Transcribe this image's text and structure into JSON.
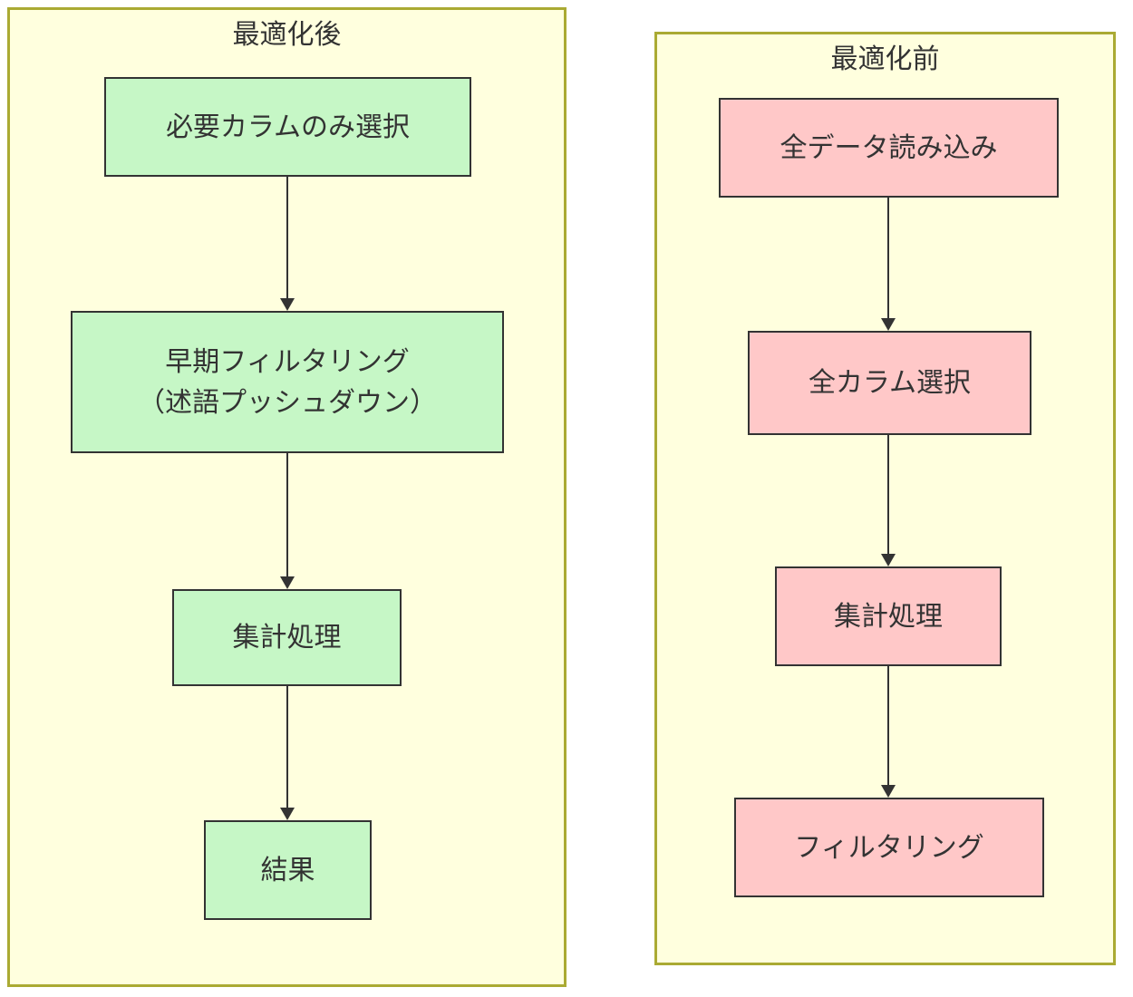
{
  "diagram": {
    "type": "flowchart",
    "direction": "top-down",
    "panels": [
      {
        "id": "optimized",
        "title": "最適化後",
        "node_fill": "#c6f7c6",
        "nodes": [
          {
            "label": "必要カラムのみ選択"
          },
          {
            "label": "早期フィルタリング\n（述語プッシュダウン）"
          },
          {
            "label": "集計処理"
          },
          {
            "label": "結果"
          }
        ],
        "edges": [
          "必要カラムのみ選択 → 早期フィルタリング（述語プッシュダウン）",
          "早期フィルタリング（述語プッシュダウン） → 集計処理",
          "集計処理 → 結果"
        ]
      },
      {
        "id": "unoptimized",
        "title": "最適化前",
        "node_fill": "#ffc8c8",
        "nodes": [
          {
            "label": "全データ読み込み"
          },
          {
            "label": "全カラム選択"
          },
          {
            "label": "集計処理"
          },
          {
            "label": "フィルタリング"
          }
        ],
        "edges": [
          "全データ読み込み → 全カラム選択",
          "全カラム選択 → 集計処理",
          "集計処理 → フィルタリング"
        ]
      }
    ],
    "colors": {
      "panel_bg": "#ffffde",
      "panel_border": "#aaaa33",
      "optimized_fill": "#c6f7c6",
      "unoptimized_fill": "#ffc8c8",
      "node_border": "#333333",
      "arrow": "#333333",
      "text": "#333333"
    }
  }
}
